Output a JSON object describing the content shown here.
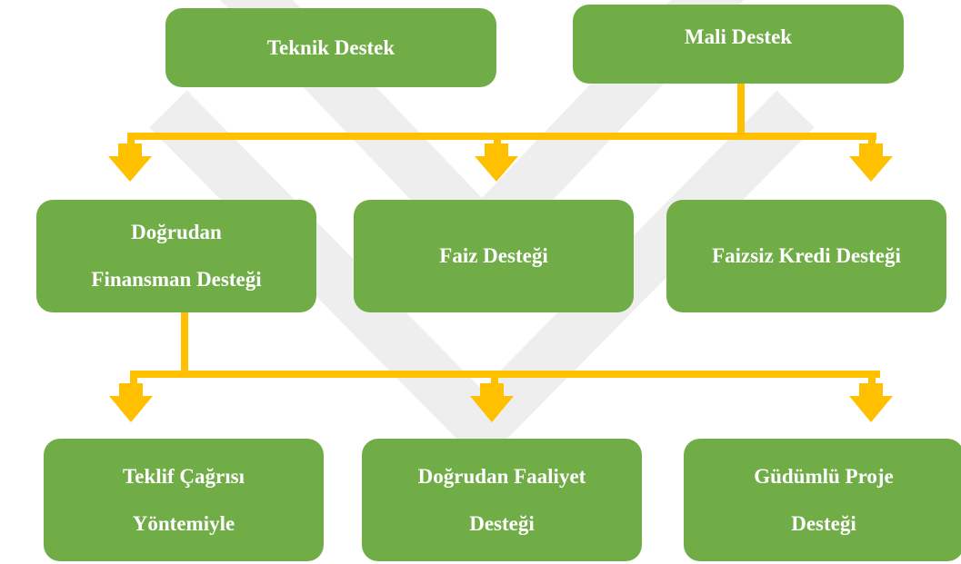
{
  "colors": {
    "box_fill": "#70ad47",
    "box_text": "#ffffff",
    "connector": "#ffc000",
    "watermark": "#eeeeee"
  },
  "top_level": [
    {
      "id": "teknik",
      "label": "Teknik Destek"
    },
    {
      "id": "mali",
      "label": "Mali Destek"
    }
  ],
  "mali_children": [
    {
      "id": "dogrudan",
      "label": "Doğrudan\nFinansman Desteği"
    },
    {
      "id": "faiz",
      "label": "Faiz Desteği"
    },
    {
      "id": "faizsiz",
      "label": "Faizsiz Kredi Desteği"
    }
  ],
  "dogrudan_children": [
    {
      "id": "teklif",
      "label": "Teklif Çağrısı\nYöntemiyle"
    },
    {
      "id": "faaliyet",
      "label": "Doğrudan Faaliyet\nDesteği"
    },
    {
      "id": "gudumlu",
      "label": "Güdümlü Proje\nDesteği"
    }
  ]
}
